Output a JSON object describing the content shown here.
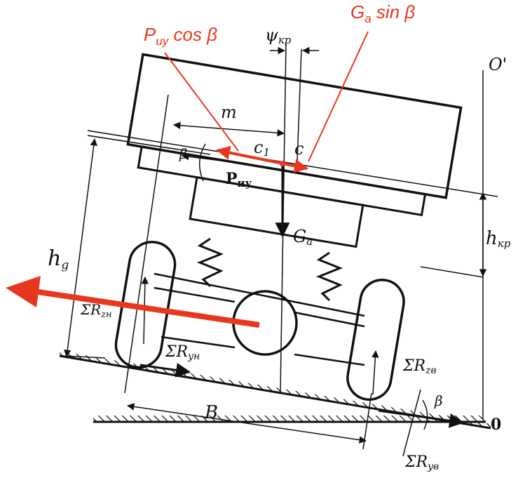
{
  "annotations": {
    "p_cos": "P",
    "p_cos_sub": "иу",
    "p_cos_tail": " cos β",
    "g_sin": "G",
    "g_sin_sub": "a",
    "g_sin_tail": " sin β"
  },
  "labels": {
    "psi": "ψ",
    "psi_sub": "кр",
    "o_prime": "O'",
    "m": "m",
    "c1": "c",
    "c1_sub": "1",
    "c": "c",
    "beta_left": "β",
    "p_iu": "P",
    "p_iu_sub": "иу",
    "g_a": "G",
    "g_a_sub": "a",
    "h_kr": "h",
    "h_kr_sub": "кр",
    "h_g": "h",
    "h_g_sub": "g",
    "r_zn": "ΣR",
    "r_zn_sub": "zн",
    "r_yn": "ΣR",
    "r_yn_sub": "yн",
    "r_zv": "ΣR",
    "r_zv_sub": "zв",
    "r_yv": "ΣR",
    "r_yv_sub": "yв",
    "b": "B",
    "beta_right": "β",
    "origin": "0"
  },
  "colors": {
    "accent": "#e8371f",
    "ink": "#111111"
  }
}
